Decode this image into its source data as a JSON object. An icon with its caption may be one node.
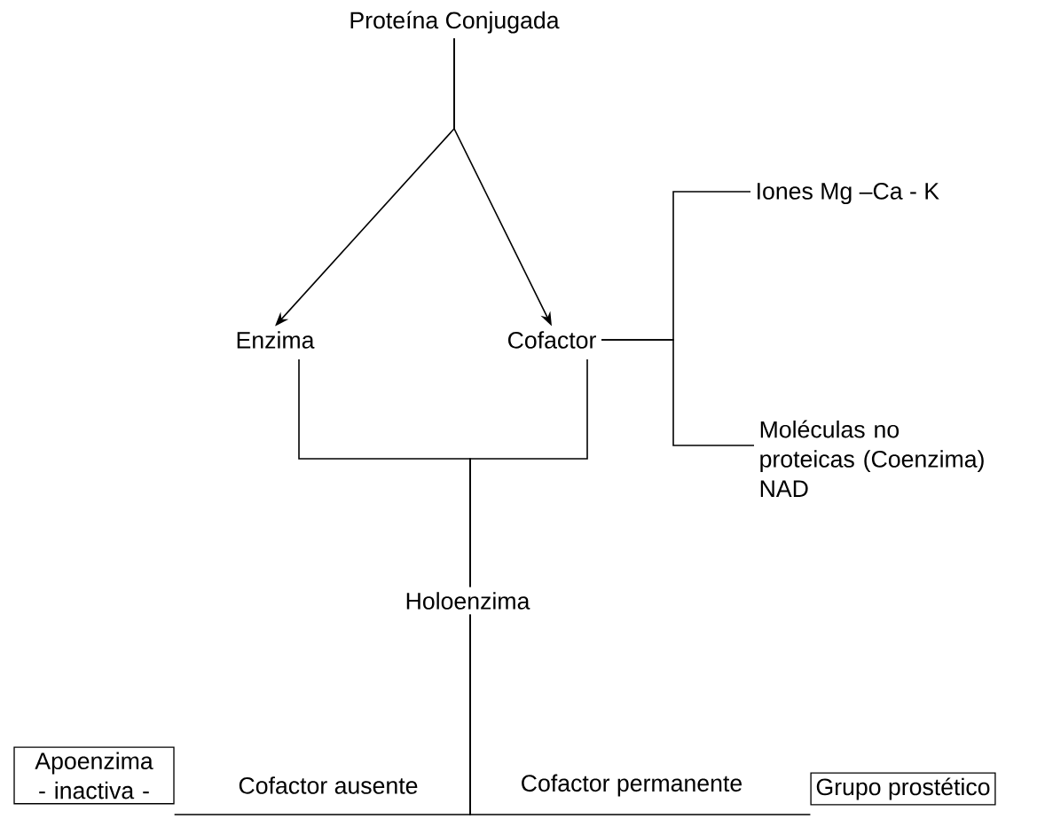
{
  "diagram": {
    "nodes": [
      {
        "text": [
          "Proteína Conjugada"
        ]
      },
      {
        "text": [
          "Enzima"
        ]
      },
      {
        "text": [
          "Cofactor"
        ]
      },
      {
        "text": [
          "Iones Mg –Ca - K"
        ]
      },
      {
        "text": [
          "Moléculas no proteicas (Coenzima) NAD"
        ]
      },
      {
        "text": [
          "Holoenzima"
        ]
      },
      {
        "text": [
          "Apoenzima - inactiva -"
        ]
      },
      {
        "text": [
          "Grupo prostético"
        ]
      }
    ],
    "edges": [
      {
        "from": 0,
        "to": 1,
        "arrow": "to"
      },
      {
        "from": 0,
        "to": 2,
        "arrow": "to"
      },
      {
        "from": 1,
        "to": 5,
        "arrow": "none"
      },
      {
        "from": 2,
        "to": 5,
        "arrow": "none"
      },
      {
        "from": 2,
        "to": 3,
        "arrow": "none"
      },
      {
        "from": 2,
        "to": 4,
        "arrow": "none"
      },
      {
        "from": 5,
        "to": 6,
        "arrow": "none",
        "label": "Cofactor ausente"
      },
      {
        "from": 5,
        "to": 7,
        "arrow": "none",
        "label": "Cofactor permanente"
      }
    ]
  }
}
